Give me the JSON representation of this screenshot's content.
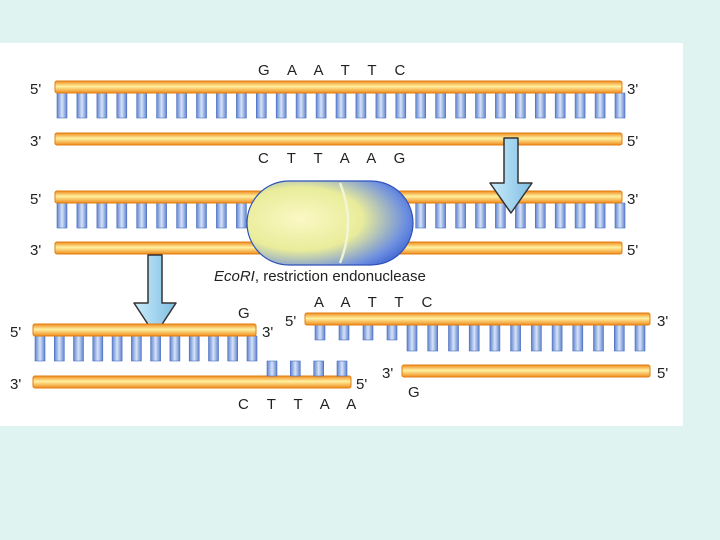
{
  "diagram": {
    "ends": {
      "five": "5'",
      "three": "3'"
    },
    "recognition_top": "G A A T T C",
    "recognition_bottom": "C T T A A G",
    "enzyme": {
      "name": "EcoRI",
      "description": ", restriction endonuclease"
    },
    "fragment_left": {
      "top_overhang": "G",
      "bottom_overhang": "C T T A A"
    },
    "fragment_right": {
      "top_overhang": "A A T T C",
      "bottom_overhang": "G"
    },
    "colors": {
      "strand_orange": "#f39a2b",
      "strand_highlight": "#fff2a0",
      "base_blue": "#6f8fd4",
      "base_pale": "#c8daf6",
      "arrow_fill": "#9fd2ee",
      "enzyme_yellow": "#f8f1a8",
      "enzyme_blue": "#3f6bd6"
    }
  }
}
